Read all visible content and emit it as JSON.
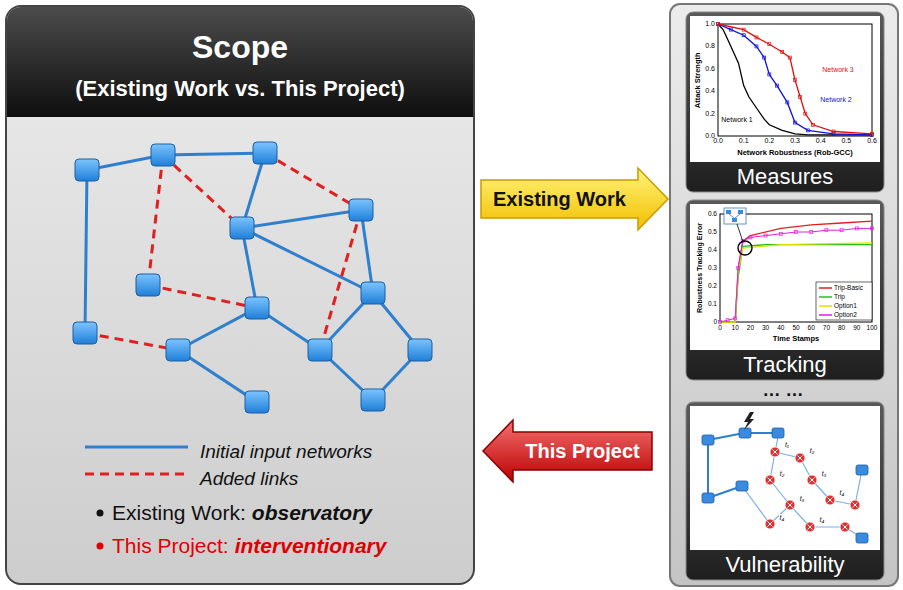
{
  "diagram": {
    "nodes": [
      {
        "text": [
          "Scope",
          "(Existing Work vs. This Project)"
        ]
      },
      {
        "text": [
          "Existing Work"
        ]
      },
      {
        "text": [
          "This Project"
        ]
      },
      {
        "text": [
          "Measures"
        ]
      },
      {
        "text": [
          "Tracking"
        ]
      },
      {
        "text": [
          "Vulnerability"
        ]
      }
    ],
    "labels": [
      "Existing Work:",
      "observatory",
      "This Project:",
      "interventionary",
      "… …",
      "Attack Strength",
      "Network Robustness (Rob-GCC)",
      "Network 1",
      "Network 2",
      "Network 3",
      "0.0",
      "0.2",
      "0.4",
      "0.6",
      "0.8",
      "1.0",
      "0.0",
      "0.1",
      "0.2",
      "0.3",
      "0.4",
      "0.5",
      "0.6",
      "Robustness Tracking Error",
      "Time Stamps",
      "Trip-Basic",
      "Trip",
      "Option1",
      "Option2",
      "0",
      "0.1",
      "0.2",
      "0.3",
      "0.4",
      "0.5",
      "0.6",
      "0",
      "10",
      "20",
      "30",
      "40",
      "50",
      "60",
      "70",
      "80",
      "90",
      "100",
      "t₁",
      "t₂",
      "t₂",
      "t₃",
      "t₃",
      "t₄",
      "t₄",
      "t₄"
    ],
    "legend": [
      {
        "text": "Initial input networks"
      },
      {
        "text": "Added links"
      }
    ]
  }
}
